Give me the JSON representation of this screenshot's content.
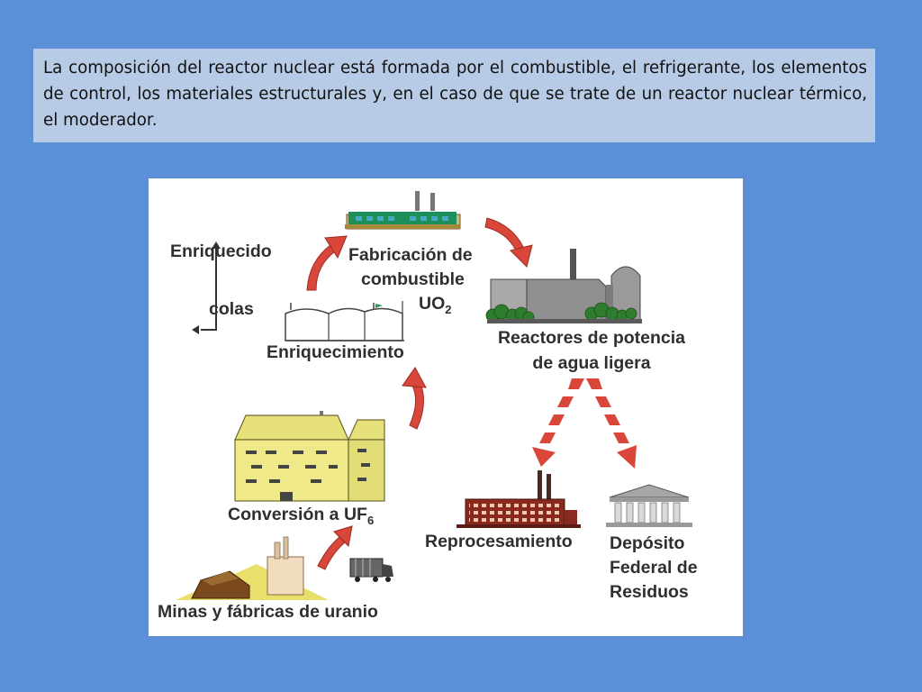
{
  "caption": {
    "text": "La composición del reactor nuclear está formada por el combustible, el refrigerante, los elementos de control, los materiales estructurales y, en el caso de que se trate de un reactor nuclear térmico, el moderador."
  },
  "diagram": {
    "labels": {
      "enriquecido": "Enriquecido",
      "colas": "colas",
      "fabricacion_line1": "Fabricación de",
      "fabricacion_line2": "combustible",
      "uo2_main": "UO",
      "uo2_sub": "2",
      "enriquecimiento": "Enriquecimiento",
      "reactores_line1": "Reactores de potencia",
      "reactores_line2": "de agua ligera",
      "conversion_main": "Conversión a UF",
      "conversion_sub": "6",
      "reprocesamiento": "Reprocesamiento",
      "deposito_line1": "Depósito",
      "deposito_line2": "Federal de",
      "deposito_line3": "Residuos",
      "minas": "Minas y fábricas de uranio"
    },
    "colors": {
      "arrow": "#d9463a",
      "building_yellow": "#efe98a",
      "reactor_gray": "#8f8f8f",
      "brick": "#8a2a1e",
      "tree_green": "#2e7d2e"
    }
  }
}
